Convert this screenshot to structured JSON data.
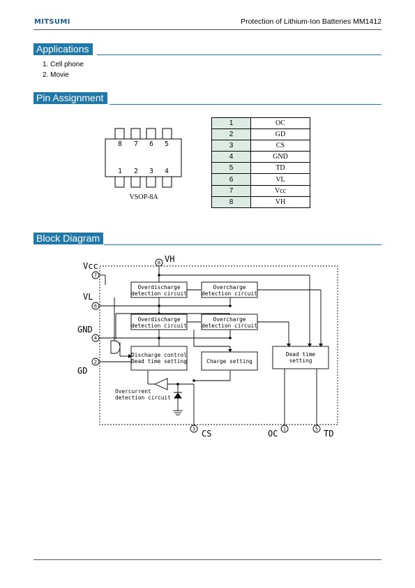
{
  "header": {
    "logo": "MITSUMI",
    "title": "Protection of Lithium-Ion Batteries MM1412"
  },
  "applications": {
    "heading": "Applications",
    "items": [
      "1. Cell phone",
      "2. Movie"
    ]
  },
  "pin_assignment": {
    "heading": "Pin Assignment",
    "package": "VSOP-8A",
    "top_pins": [
      "8",
      "7",
      "6",
      "5"
    ],
    "bottom_pins": [
      "1",
      "2",
      "3",
      "4"
    ],
    "table": [
      {
        "pin": "1",
        "name": "OC"
      },
      {
        "pin": "2",
        "name": "GD"
      },
      {
        "pin": "3",
        "name": "CS"
      },
      {
        "pin": "4",
        "name": "GND"
      },
      {
        "pin": "5",
        "name": "TD"
      },
      {
        "pin": "6",
        "name": "VL"
      },
      {
        "pin": "7",
        "name": "Vcc"
      },
      {
        "pin": "8",
        "name": "VH"
      }
    ]
  },
  "block_diagram": {
    "heading": "Block Diagram",
    "blocks": {
      "overdischarge_1_line1": "Overdischarge",
      "overdischarge_1_line2": "detection circuit",
      "overcharge_1_line1": "Overcharge",
      "overcharge_1_line2": "detection circuit",
      "overdischarge_2_line1": "Overdischarge",
      "overdischarge_2_line2": "detection circuit",
      "overcharge_2_line1": "Overcharge",
      "overcharge_2_line2": "detection circuit",
      "discharge_line1": "Discharge control",
      "discharge_line2": "Dead time setting",
      "charge_setting": "Charge setting",
      "dead_time_line1": "Dead time",
      "dead_time_line2": "setting",
      "overcurrent_line1": "Overcurrent",
      "overcurrent_line2": "detection circuit"
    },
    "pins": {
      "p8": "8",
      "p7": "7",
      "p6": "6",
      "p4": "4",
      "p2": "2",
      "p3": "3",
      "p1": "1",
      "p5": "5"
    },
    "pin_labels": {
      "vh": "VH",
      "vcc": "Vcc",
      "vl": "VL",
      "gnd": "GND",
      "gd": "GD",
      "cs": "CS",
      "oc": "OC",
      "td": "TD"
    }
  }
}
